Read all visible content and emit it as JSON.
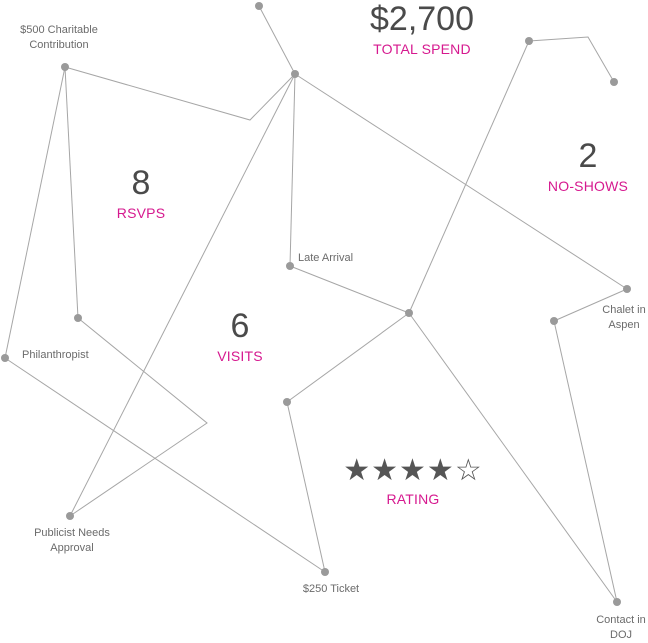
{
  "colors": {
    "accent": "#d6198f",
    "edge": "#a6a6a6",
    "node": "#9a9a9a",
    "value": "#4a4a4a",
    "label": "#6b6b6b",
    "star": "#555555"
  },
  "stats": {
    "total_spend": {
      "value": "$2,700",
      "label": "TOTAL SPEND"
    },
    "rsvps": {
      "value": "8",
      "label": "RSVPS"
    },
    "no_shows": {
      "value": "2",
      "label": "NO-SHOWS"
    },
    "visits": {
      "value": "6",
      "label": "VISITS"
    },
    "rating": {
      "stars": "★★★★☆",
      "label": "RATING",
      "score": 4,
      "max": 5
    }
  },
  "nodes": {
    "charitable": {
      "line1": "$500 Charitable",
      "line2": "Contribution"
    },
    "late_arrival": {
      "line1": "Late Arrival"
    },
    "chalet": {
      "line1": "Chalet in",
      "line2": "Aspen"
    },
    "philanthropist": {
      "line1": "Philanthropist"
    },
    "publicist": {
      "line1": "Publicist Needs",
      "line2": "Approval"
    },
    "ticket": {
      "line1": "$250 Ticket"
    },
    "contact": {
      "line1": "Contact in",
      "line2": "DOJ"
    }
  }
}
